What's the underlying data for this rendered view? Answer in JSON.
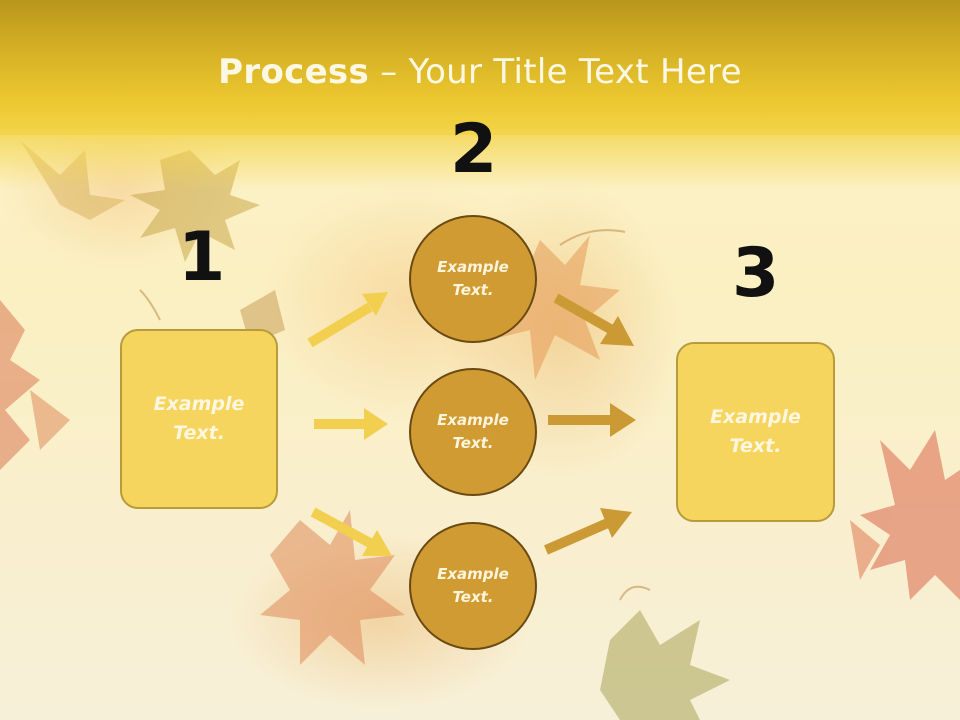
{
  "slide": {
    "title_bold": "Process",
    "title_rest": " – Your Title Text Here",
    "steps": {
      "one": "1",
      "two": "2",
      "three": "3"
    },
    "left_box": "Example\nText.",
    "right_box": "Example\nText.",
    "circles": [
      "Example\nText.",
      "Example\nText.",
      "Example\nText."
    ]
  },
  "colors": {
    "header": "#d4af24",
    "box_fill": "#f6d55e",
    "circle_fill": "#cf9b32",
    "arrow_light": "#f2cf4e",
    "arrow_dark": "#cc9a35"
  }
}
